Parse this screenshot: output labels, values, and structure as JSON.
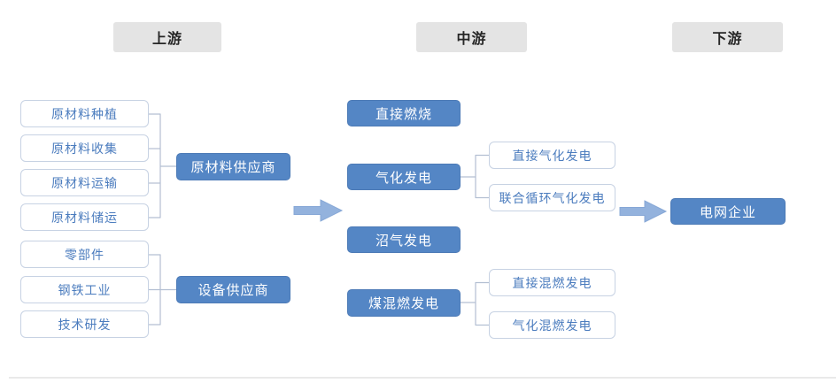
{
  "colors": {
    "header_bg": "#e4e4e4",
    "header_text": "#262626",
    "solid_box_bg": "#5486c5",
    "solid_box_edge": "#4c7ab6",
    "solid_box_text": "#ffffff",
    "outline_box_border": "#c7d2e3",
    "outline_box_text": "#4b7cbe",
    "connector": "#b3bfd2",
    "arrow_fill": "#93b2dd",
    "arrow_edge": "#86a7d6",
    "divider": "#e9e9e9"
  },
  "stage_headers": {
    "upstream": "上游",
    "midstream": "中游",
    "downstream": "下游"
  },
  "upstream": {
    "raw_material_items": [
      "原材料种植",
      "原材料收集",
      "原材料运输",
      "原材料储运"
    ],
    "raw_material_supplier": "原材料供应商",
    "equipment_items": [
      "零部件",
      "钢铁工业",
      "技术研发"
    ],
    "equipment_supplier": "设备供应商"
  },
  "midstream": {
    "direct_combustion": "直接燃烧",
    "gasification_power": "气化发电",
    "gasification_sub_items": [
      "直接气化发电",
      "联合循环气化发电"
    ],
    "biogas_power": "沼气发电",
    "coal_cofiring_power": "煤混燃发电",
    "cofiring_sub_items": [
      "直接混燃发电",
      "气化混燃发电"
    ]
  },
  "downstream": {
    "grid_company": "电网企业"
  }
}
